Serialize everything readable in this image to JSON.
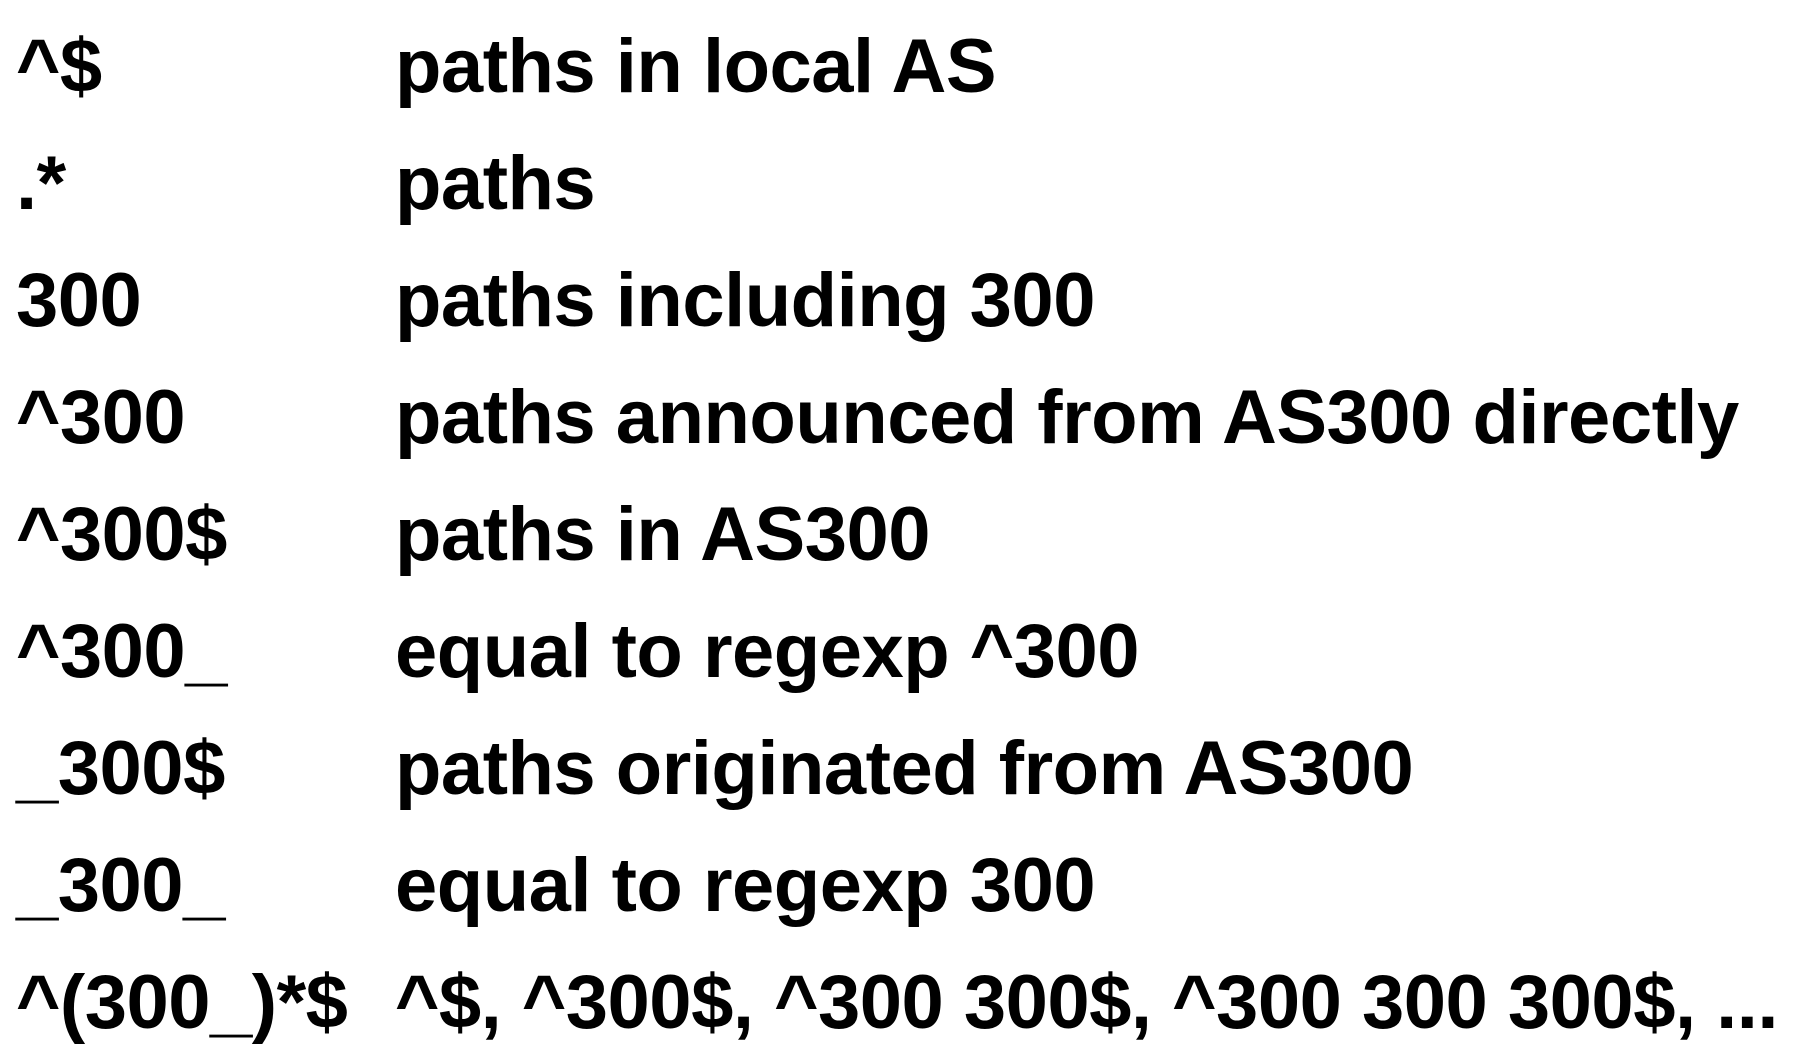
{
  "rows": [
    {
      "expr": "^$",
      "desc": "paths in local AS"
    },
    {
      "expr": ".*",
      "desc": "paths"
    },
    {
      "expr": "300",
      "desc": "paths including 300"
    },
    {
      "expr": "^300",
      "desc": "paths announced from AS300 directly"
    },
    {
      "expr": "^300$",
      "desc": "paths in AS300"
    },
    {
      "expr": "^300_",
      "desc": "equal to regexp ^300"
    },
    {
      "expr": "_300$",
      "desc": "paths originated from AS300"
    },
    {
      "expr": "_300_",
      "desc": "equal to regexp 300"
    },
    {
      "expr": "^(300_)*$",
      "desc": "^$, ^300$, ^300 300$, ^300 300 300$, ..."
    }
  ]
}
